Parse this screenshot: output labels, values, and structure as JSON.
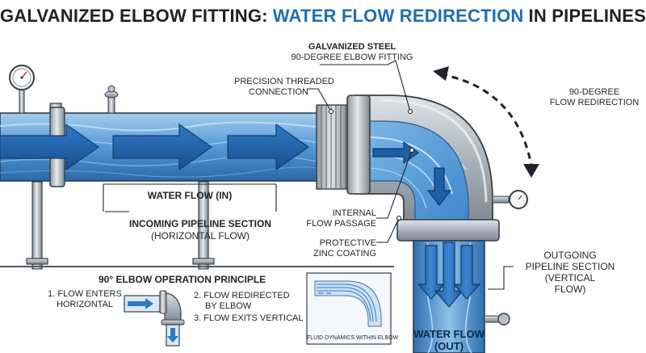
{
  "title": {
    "part1": "GALVANIZED ELBOW FITTING:",
    "part2": "WATER FLOW REDIRECTION",
    "part3": "IN PIPELINES"
  },
  "labels": {
    "galvanized_steel": [
      "GALVANIZED STEEL",
      "90-DEGREE ELBOW FITTING"
    ],
    "threaded_connection": [
      "PRECISION THREADED",
      "CONNECTION"
    ],
    "flow_redirection": [
      "90-DEGREE",
      "FLOW REDIRECTION"
    ],
    "water_flow_in": "WATER FLOW (IN)",
    "incoming_section": [
      "INCOMING PIPELINE SECTION",
      "(HORIZONTAL FLOW)"
    ],
    "internal_passage": [
      "INTERNAL",
      "FLOW PASSAGE"
    ],
    "zinc_coating": [
      "PROTECTIVE",
      "ZINC COATING"
    ],
    "outgoing_section": [
      "OUTGOING",
      "PIPELINE SECTION",
      "(VERTICAL",
      "FLOW)"
    ],
    "water_flow_out": [
      "WATER FLOW",
      "(OUT)"
    ]
  },
  "principle": {
    "heading": "90° ELBOW OPERATION PRINCIPLE",
    "step1": [
      "1. FLOW ENTERS",
      "HORIZONTAL"
    ],
    "step2": [
      "2. FLOW REDIRECTED",
      "BY ELBOW"
    ],
    "step3": "3. FLOW EXITS VERTICAL",
    "inset_caption": "FLUID DYNAMICS WITHIN ELBOW"
  },
  "colors": {
    "title_dark": "#1e2226",
    "title_accent": "#1f6fb2",
    "water": "#4f9ad8",
    "steel": "#b8c1ca"
  }
}
